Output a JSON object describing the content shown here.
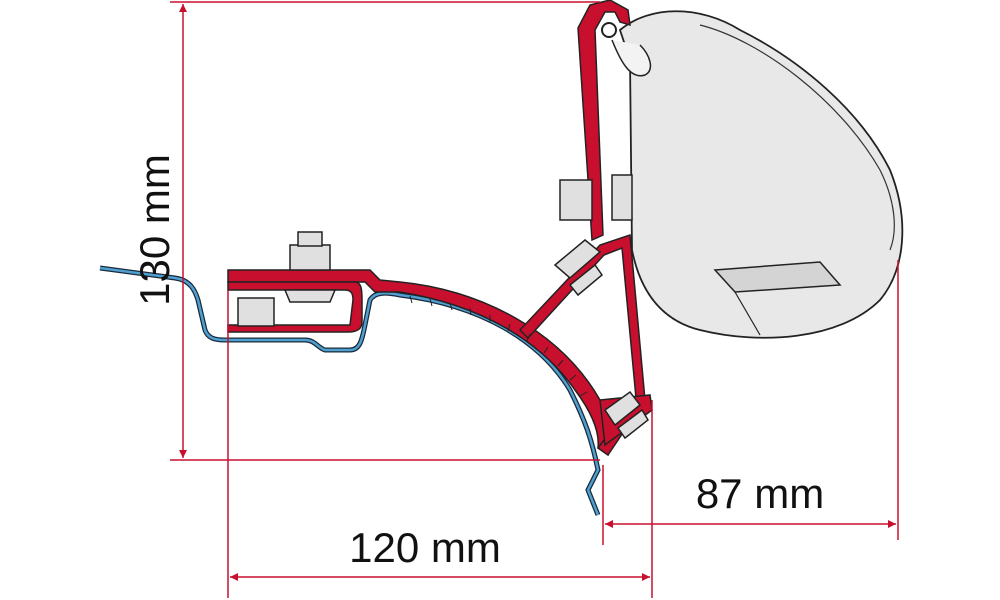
{
  "dimensions": {
    "height": "130 mm",
    "width": "120 mm",
    "offset": "87 mm"
  },
  "colors": {
    "dimension_line": "#c8102e",
    "bracket": "#c8102e",
    "vehicle_profile": "#4f9fd1",
    "awning_housing": "#e6e6e6"
  }
}
